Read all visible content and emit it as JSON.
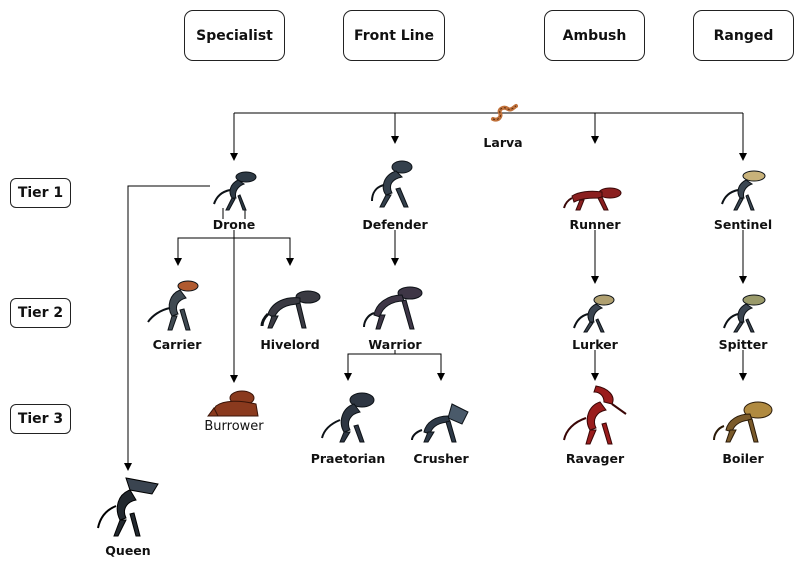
{
  "roles": [
    "Specialist",
    "Front Line",
    "Ambush",
    "Ranged"
  ],
  "tiers": [
    "Tier 1",
    "Tier 2",
    "Tier 3"
  ],
  "nodes": {
    "larva": "Larva",
    "drone": "Drone",
    "defender": "Defender",
    "runner": "Runner",
    "sentinel": "Sentinel",
    "carrier": "Carrier",
    "hivelord": "Hivelord",
    "warrior": "Warrior",
    "lurker": "Lurker",
    "spitter": "Spitter",
    "burrower": "Burrower",
    "praetorian": "Praetorian",
    "crusher": "Crusher",
    "ravager": "Ravager",
    "boiler": "Boiler",
    "queen": "Queen"
  },
  "icons": {
    "larva": "larva-worm-icon",
    "drone": "drone-xeno-icon",
    "defender": "defender-xeno-icon",
    "runner": "runner-xeno-icon",
    "sentinel": "sentinel-xeno-icon",
    "carrier": "carrier-xeno-icon",
    "hivelord": "hivelord-xeno-icon",
    "warrior": "warrior-xeno-icon",
    "lurker": "lurker-xeno-icon",
    "spitter": "spitter-xeno-icon",
    "burrower": "burrower-xeno-icon",
    "praetorian": "praetorian-xeno-icon",
    "crusher": "crusher-xeno-icon",
    "ravager": "ravager-xeno-icon",
    "boiler": "boiler-xeno-icon",
    "queen": "queen-xeno-icon"
  },
  "colors": {
    "line": "#000000",
    "larva": "#c0713a",
    "runner": "#8b1f1f",
    "ravager": "#9a1c1c",
    "burrower": "#8a3a1e",
    "boiler": "#7a5a2a",
    "default": "#2e3a45"
  }
}
